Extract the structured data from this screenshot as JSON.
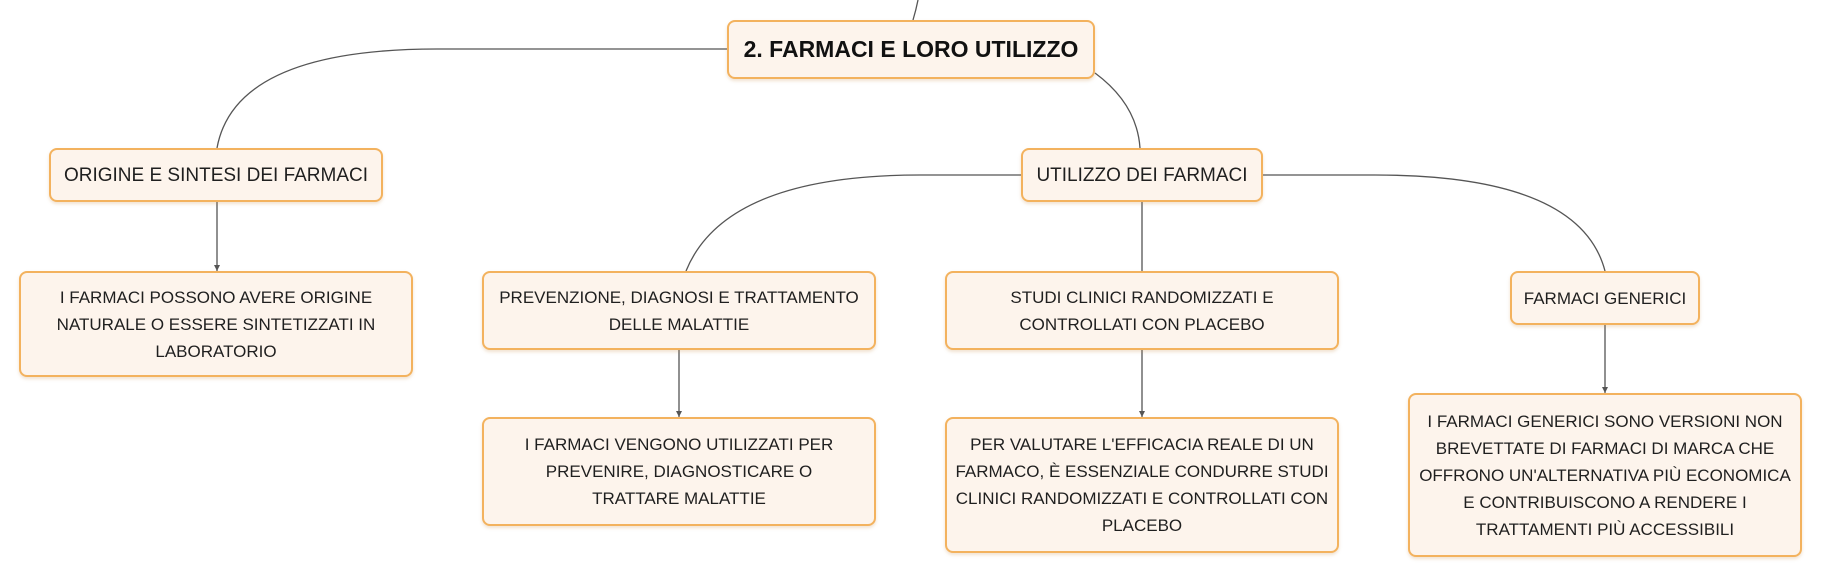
{
  "diagram": {
    "root": {
      "label": "2. FARMACI E LORO UTILIZZO"
    },
    "nodes": {
      "origine": {
        "label": "ORIGINE E SINTESI DEI FARMACI"
      },
      "origine_detail": {
        "label": "I FARMACI POSSONO AVERE ORIGINE NATURALE O ESSERE SINTETIZZATI IN LABORATORIO"
      },
      "utilizzo": {
        "label": "UTILIZZO DEI FARMACI"
      },
      "prevenzione": {
        "label": "PREVENZIONE, DIAGNOSI E TRATTAMENTO DELLE MALATTIE"
      },
      "prevenzione_detail": {
        "label": "I FARMACI VENGONO UTILIZZATI PER PREVENIRE, DIAGNOSTICARE O TRATTARE MALATTIE"
      },
      "studi": {
        "label": "STUDI CLINICI RANDOMIZZATI E CONTROLLATI CON PLACEBO"
      },
      "studi_detail": {
        "label": "PER VALUTARE L'EFFICACIA REALE DI UN FARMACO, È ESSENZIALE CONDURRE STUDI CLINICI RANDOMIZZATI E CONTROLLATI CON PLACEBO"
      },
      "generici": {
        "label": "FARMACI GENERICI"
      },
      "generici_detail": {
        "label": "I FARMACI GENERICI SONO VERSIONI NON BREVETTATE DI FARMACI DI MARCA CHE OFFRONO UN'ALTERNATIVA PIÙ ECONOMICA E CONTRIBUISCONO A RENDERE I TRATTAMENTI PIÙ ACCESSIBILI"
      }
    },
    "colors": {
      "node_fill": "#fdf4ec",
      "node_border": "#f3b25e",
      "connector": "#555555"
    }
  }
}
